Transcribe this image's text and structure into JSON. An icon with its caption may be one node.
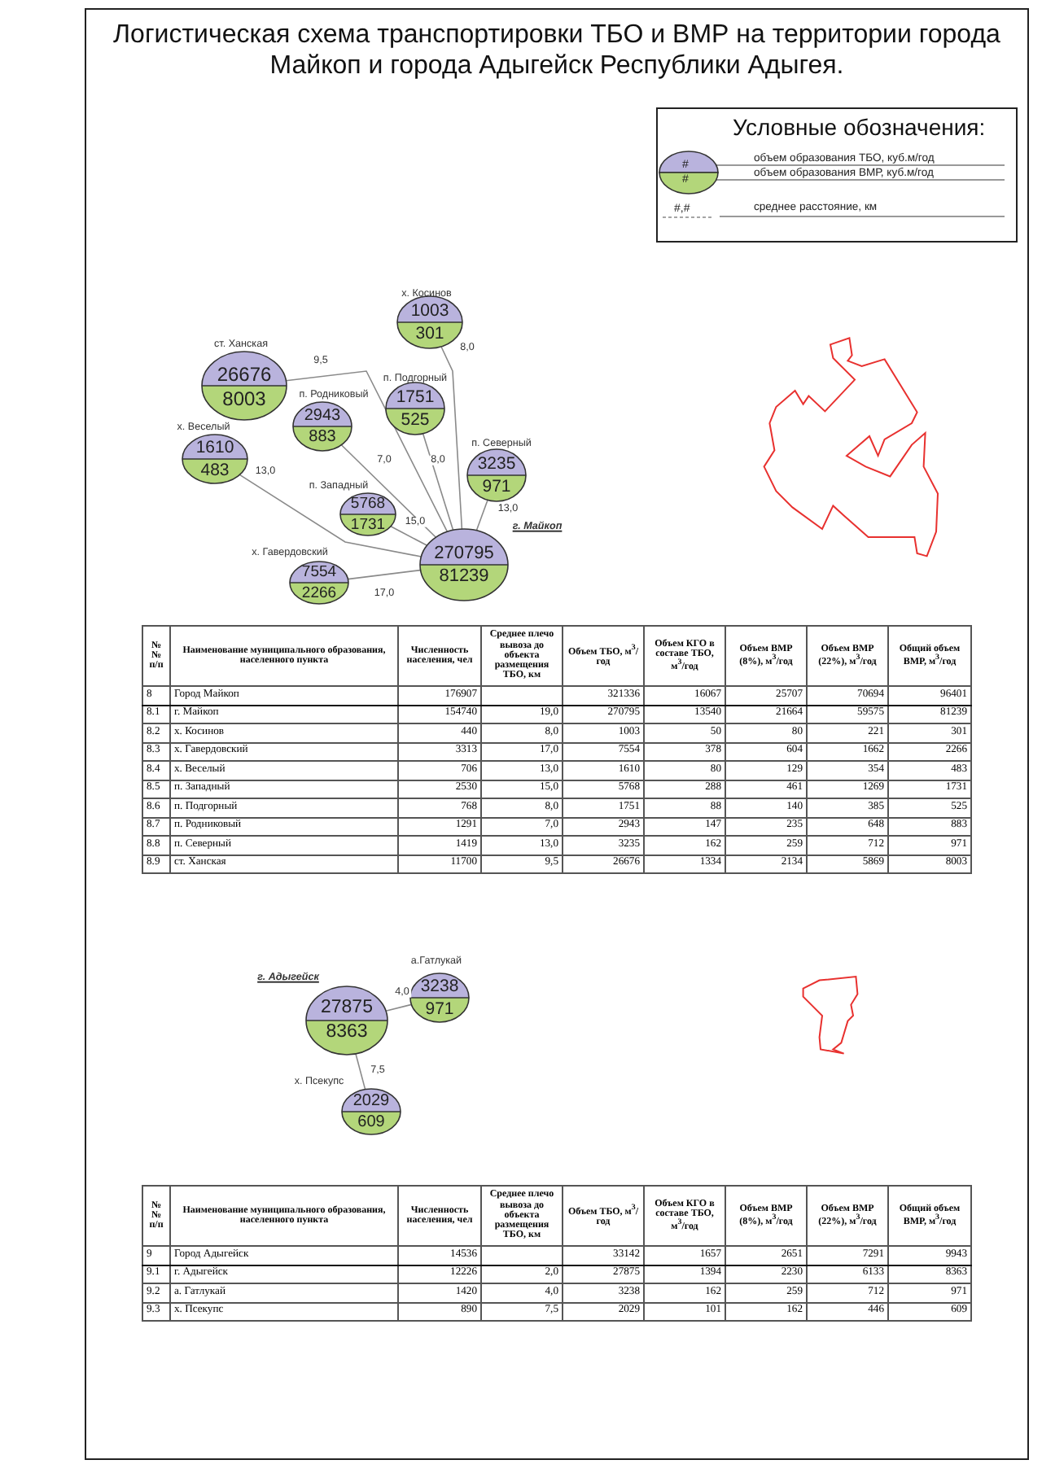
{
  "diagram": {
    "title": "Логистическая схема транспортировки ТБО и ВМР на территории города Майкоп и города Адыгейск Республики Адыгея.",
    "nodes": [
      {
        "text": [
          "1003",
          "301"
        ],
        "beside": [
          "х. Косинов"
        ]
      },
      {
        "text": [
          "26676",
          "8003"
        ],
        "beside": [
          "ст. Ханская"
        ]
      },
      {
        "text": [
          "1751",
          "525"
        ],
        "beside": [
          "п. Подгорный"
        ]
      },
      {
        "text": [
          "2943",
          "883"
        ],
        "beside": [
          "п. Родниковый"
        ]
      },
      {
        "text": [
          "1610",
          "483"
        ],
        "beside": [
          "х. Веселый"
        ]
      },
      {
        "text": [
          "3235",
          "971"
        ],
        "beside": [
          "п. Северный"
        ]
      },
      {
        "text": [
          "5768",
          "1731"
        ],
        "beside": [
          "п. Западный"
        ]
      },
      {
        "text": [
          "7554",
          "2266"
        ],
        "beside": [
          "х. Гавердовский"
        ]
      },
      {
        "text": [
          "270795",
          "81239"
        ],
        "beside": [
          "г. Майкоп"
        ]
      },
      {
        "text": [
          "3238",
          "971"
        ],
        "beside": [
          "а.Гатлукай"
        ]
      },
      {
        "text": [
          "27875",
          "8363"
        ],
        "beside": [
          "г. Адыгейск"
        ]
      },
      {
        "text": [
          "2029",
          "609"
        ],
        "beside": [
          "х. Псекупс"
        ]
      }
    ],
    "edges": [
      {
        "from": 0,
        "to": 8,
        "arrow": "none",
        "label": "8,0"
      },
      {
        "from": 1,
        "to": 8,
        "arrow": "none",
        "label": "9,5"
      },
      {
        "from": 2,
        "to": 8,
        "arrow": "none",
        "label": "8,0"
      },
      {
        "from": 3,
        "to": 8,
        "arrow": "none",
        "label": "7,0"
      },
      {
        "from": 4,
        "to": 8,
        "arrow": "none",
        "label": "13,0"
      },
      {
        "from": 5,
        "to": 8,
        "arrow": "none",
        "label": "13,0"
      },
      {
        "from": 6,
        "to": 8,
        "arrow": "none",
        "label": "15,0"
      },
      {
        "from": 7,
        "to": 8,
        "arrow": "none",
        "label": "17,0"
      },
      {
        "from": 10,
        "to": 9,
        "arrow": "none",
        "label": "4,0"
      },
      {
        "from": 10,
        "to": 11,
        "arrow": "none",
        "label": "7,5"
      }
    ],
    "labels": [
      "Условные обозначения:",
      "#",
      "#",
      "#,#",
      "№№ п/п",
      "Наименование муниципального образования, населенного пункта",
      "Численность населения, чел",
      "Среднее плечо вывоза до объекта размещения ТБО, км",
      "Объем ТБО, м$^{3}$/год",
      "Объем КГО в составе ТБО, м$^{3}$/год",
      "Объем ВМР (8%), м$^{3}$/год",
      "Объем ВМР (22%), м$^{3}$/год",
      "Общий объем ВМР, м$^{3}$/год",
      "8",
      "Город Майкоп",
      "176907",
      "321336",
      "16067",
      "25707",
      "70694",
      "96401",
      "8.1",
      "г. Майкоп",
      "154740",
      "19,0",
      "270795",
      "13540",
      "21664",
      "59575",
      "81239",
      "8.2",
      "х. Косинов",
      "440",
      "8,0",
      "1003",
      "50",
      "80",
      "221",
      "301",
      "8.3",
      "х. Гавердовский",
      "3313",
      "17,0",
      "7554",
      "378",
      "604",
      "1662",
      "2266",
      "8.4",
      "х. Веселый",
      "706",
      "13,0",
      "1610",
      "80",
      "129",
      "354",
      "483",
      "8.5",
      "п. Западный",
      "2530",
      "15,0",
      "5768",
      "288",
      "461",
      "1269",
      "1731",
      "8.6",
      "п. Подгорный",
      "768",
      "8,0",
      "1751",
      "88",
      "140",
      "385",
      "525",
      "8.7",
      "п. Родниковый",
      "1291",
      "7,0",
      "2943",
      "147",
      "235",
      "648",
      "883",
      "8.8",
      "п. Северный",
      "1419",
      "13,0",
      "3235",
      "162",
      "259",
      "712",
      "971",
      "8.9",
      "ст. Ханская",
      "11700",
      "9,5",
      "26676",
      "1334",
      "2134",
      "5869",
      "8003",
      "№№ п/п",
      "Наименование муниципального образования, населенного пункта",
      "Численность населения, чел",
      "Среднее плечо вывоза до объекта размещения ТБО, км",
      "Объем ТБО, м$^{3}$/год",
      "Объем КГО в составе ТБО, м$^{3}$/год",
      "Объем ВМР (8%), м$^{3}$/год",
      "Объем ВМР (22%), м$^{3}$/год",
      "Общий объем ВМР, м$^{3}$/год",
      "9",
      "Город Адыгейск",
      "14536",
      "33142",
      "1657",
      "2651",
      "7291",
      "9943",
      "9.1",
      "г. Адыгейск",
      "12226",
      "2,0",
      "27875",
      "1394",
      "2230",
      "6133",
      "8363",
      "9.2",
      "а. Гатлукай",
      "1420",
      "4,0",
      "3238",
      "162",
      "259",
      "712",
      "971",
      "9.3",
      "х. Псекупс",
      "890",
      "7,5",
      "2029",
      "101",
      "162",
      "446",
      "609"
    ],
    "legend": [
      {
        "text": "объем образования ТБО, куб.м/год",
        "color": "#b9b3dd"
      },
      {
        "text": "объем образования ВМР, куб.м/год",
        "color": "#b3d67a"
      },
      {
        "text": "среднее расстояние, км"
      }
    ]
  }
}
